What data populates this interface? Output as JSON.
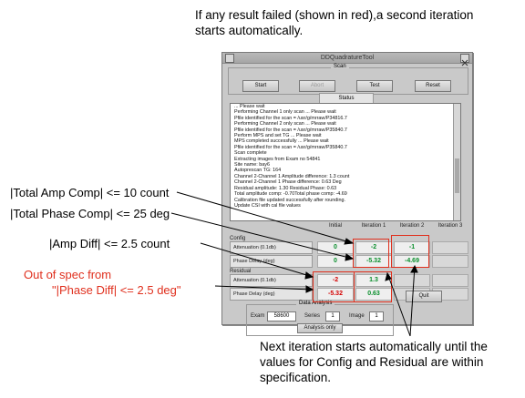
{
  "annotations": {
    "top_note": "If any result failed (shown in red),a second iteration starts automatically.",
    "bottom_note": "Next iteration starts automatically until the values for Config and Residual are within specification.",
    "amp_comp": "|Total Amp Comp| <= 10 count",
    "phase_comp": "|Total Phase Comp| <= 25 deg",
    "amp_diff": "|Amp Diff| <= 2.5 count",
    "out_of_spec_line1": "Out of spec from",
    "out_of_spec_line2": "\"|Phase Diff| <= 2.5 deg\""
  },
  "colors": {
    "callout_red": "#e0301e",
    "pass_green": "#0a8f2c",
    "fail_red": "#d40000"
  },
  "window": {
    "title": "DDQuadratureTool",
    "scan_group_title": "Scan",
    "buttons": {
      "start": "Start",
      "abort": "Abort",
      "test": "Test",
      "reset": "Reset",
      "quit": "Quit",
      "analysis": "Analysis only"
    },
    "status_tab": "Status",
    "status_log": [
      "... Please wait",
      "Performing Channel 1 only scan ... Please wait",
      "Pfile identified for the scan = /usr/g/mrraw/P34816.7",
      "Performing Channel 2 only scan ... Please wait",
      "Pfile identified for the scan = /usr/g/mrraw/P35840.7",
      "Perform MPS and set TG ... Please wait",
      "MPS completed successfully ... Please wait",
      "Pfile identified for the scan = /usr/g/mrraw/P35840.7",
      "Scan complete",
      "Extracting images from Exam no 54841",
      "Site name: bay6",
      "Autoprescan TG: 164",
      "Channel 2-Channel 1 Amplitude difference: 1.3 count",
      "Channel 2-Channel 1 Phase difference: 0.63 Deg",
      "Residual amplitude: 1.30 Residual Phase: 0.63",
      "Total amplitude comp: -0.70Total phase comp: -4.69",
      "Calibration file updated successfully after rounding.",
      "Update CSI with cal file values"
    ],
    "results": {
      "col_headers": [
        "Initial",
        "Iteration 1",
        "Iteration 2",
        "Iteration 3"
      ],
      "config_label": "Config",
      "residual_label": "Residual",
      "rows": {
        "config_atten_label": "Attenuation (0.1db)",
        "config_phase_label": "Phase Delay (deg)",
        "residual_atten_label": "Attenuation (0.1db)",
        "residual_phase_label": "Phase Delay (deg)"
      },
      "values": {
        "config_atten": [
          "0",
          "-2",
          "-1",
          ""
        ],
        "config_phase": [
          "0",
          "-5.32",
          "-4.69",
          ""
        ],
        "residual_atten": [
          "-2",
          "1.3",
          "",
          ""
        ],
        "residual_phase": [
          "-5.32",
          "0.63",
          "",
          ""
        ]
      }
    },
    "data_analysis": {
      "title": "Data Analysis",
      "exam_label": "Exam",
      "exam_value": "58600",
      "series_label": "Series",
      "series_value": "1",
      "image_label": "Image",
      "image_value": "1"
    }
  }
}
